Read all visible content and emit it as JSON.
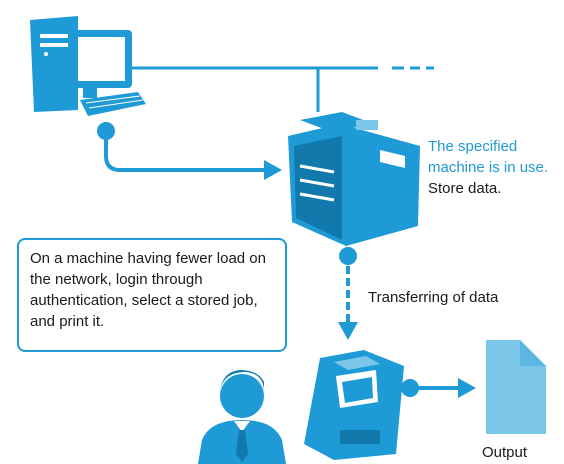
{
  "colors": {
    "primary": "#1e9ad6",
    "light": "#7cc6ea",
    "text": "#1a1a1a"
  },
  "icons": [
    "desktop-computer-icon",
    "multifunction-printer-icon",
    "compact-printer-icon",
    "user-icon",
    "document-icon"
  ],
  "labels": {
    "status_line1": "The specified",
    "status_line2": "machine is in use.",
    "status_line3": "Store data.",
    "callout": "On a machine having fewer load on the network, login through authentication, select a stored job, and print it.",
    "transfer": "Transferring of data",
    "output": "Output"
  }
}
